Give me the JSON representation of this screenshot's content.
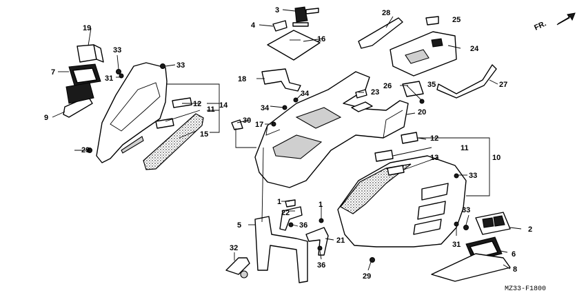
{
  "diagram": {
    "direction_label": "FR.",
    "drawing_code": "MZ33-F1800",
    "callouts": [
      "1",
      "1",
      "2",
      "3",
      "4",
      "5",
      "6",
      "7",
      "8",
      "9",
      "10",
      "11",
      "11",
      "12",
      "12",
      "13",
      "14",
      "15",
      "16",
      "17",
      "18",
      "19",
      "20",
      "21",
      "22",
      "23",
      "24",
      "25",
      "26",
      "27",
      "28",
      "29",
      "29",
      "30",
      "31",
      "31",
      "32",
      "33",
      "33",
      "33",
      "33",
      "34",
      "34",
      "35",
      "36",
      "36"
    ]
  }
}
